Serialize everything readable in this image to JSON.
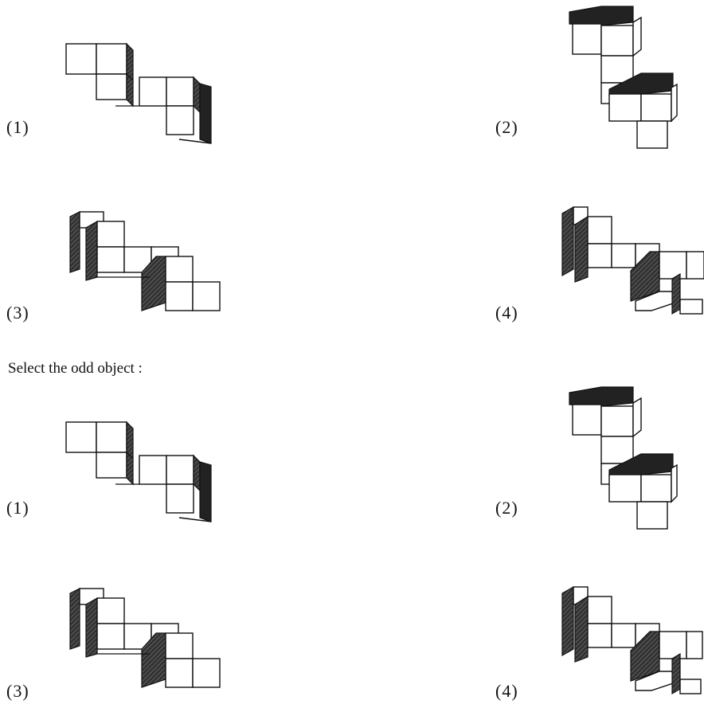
{
  "question": "Select the odd object :",
  "options_top": [
    "(1)",
    "(2)",
    "(3)",
    "(4)"
  ],
  "options_bottom": [
    "(1)",
    "(2)",
    "(3)",
    "(4)"
  ],
  "figure_names": [
    "cube-figure-1",
    "cube-figure-2",
    "cube-figure-3",
    "cube-figure-4"
  ]
}
